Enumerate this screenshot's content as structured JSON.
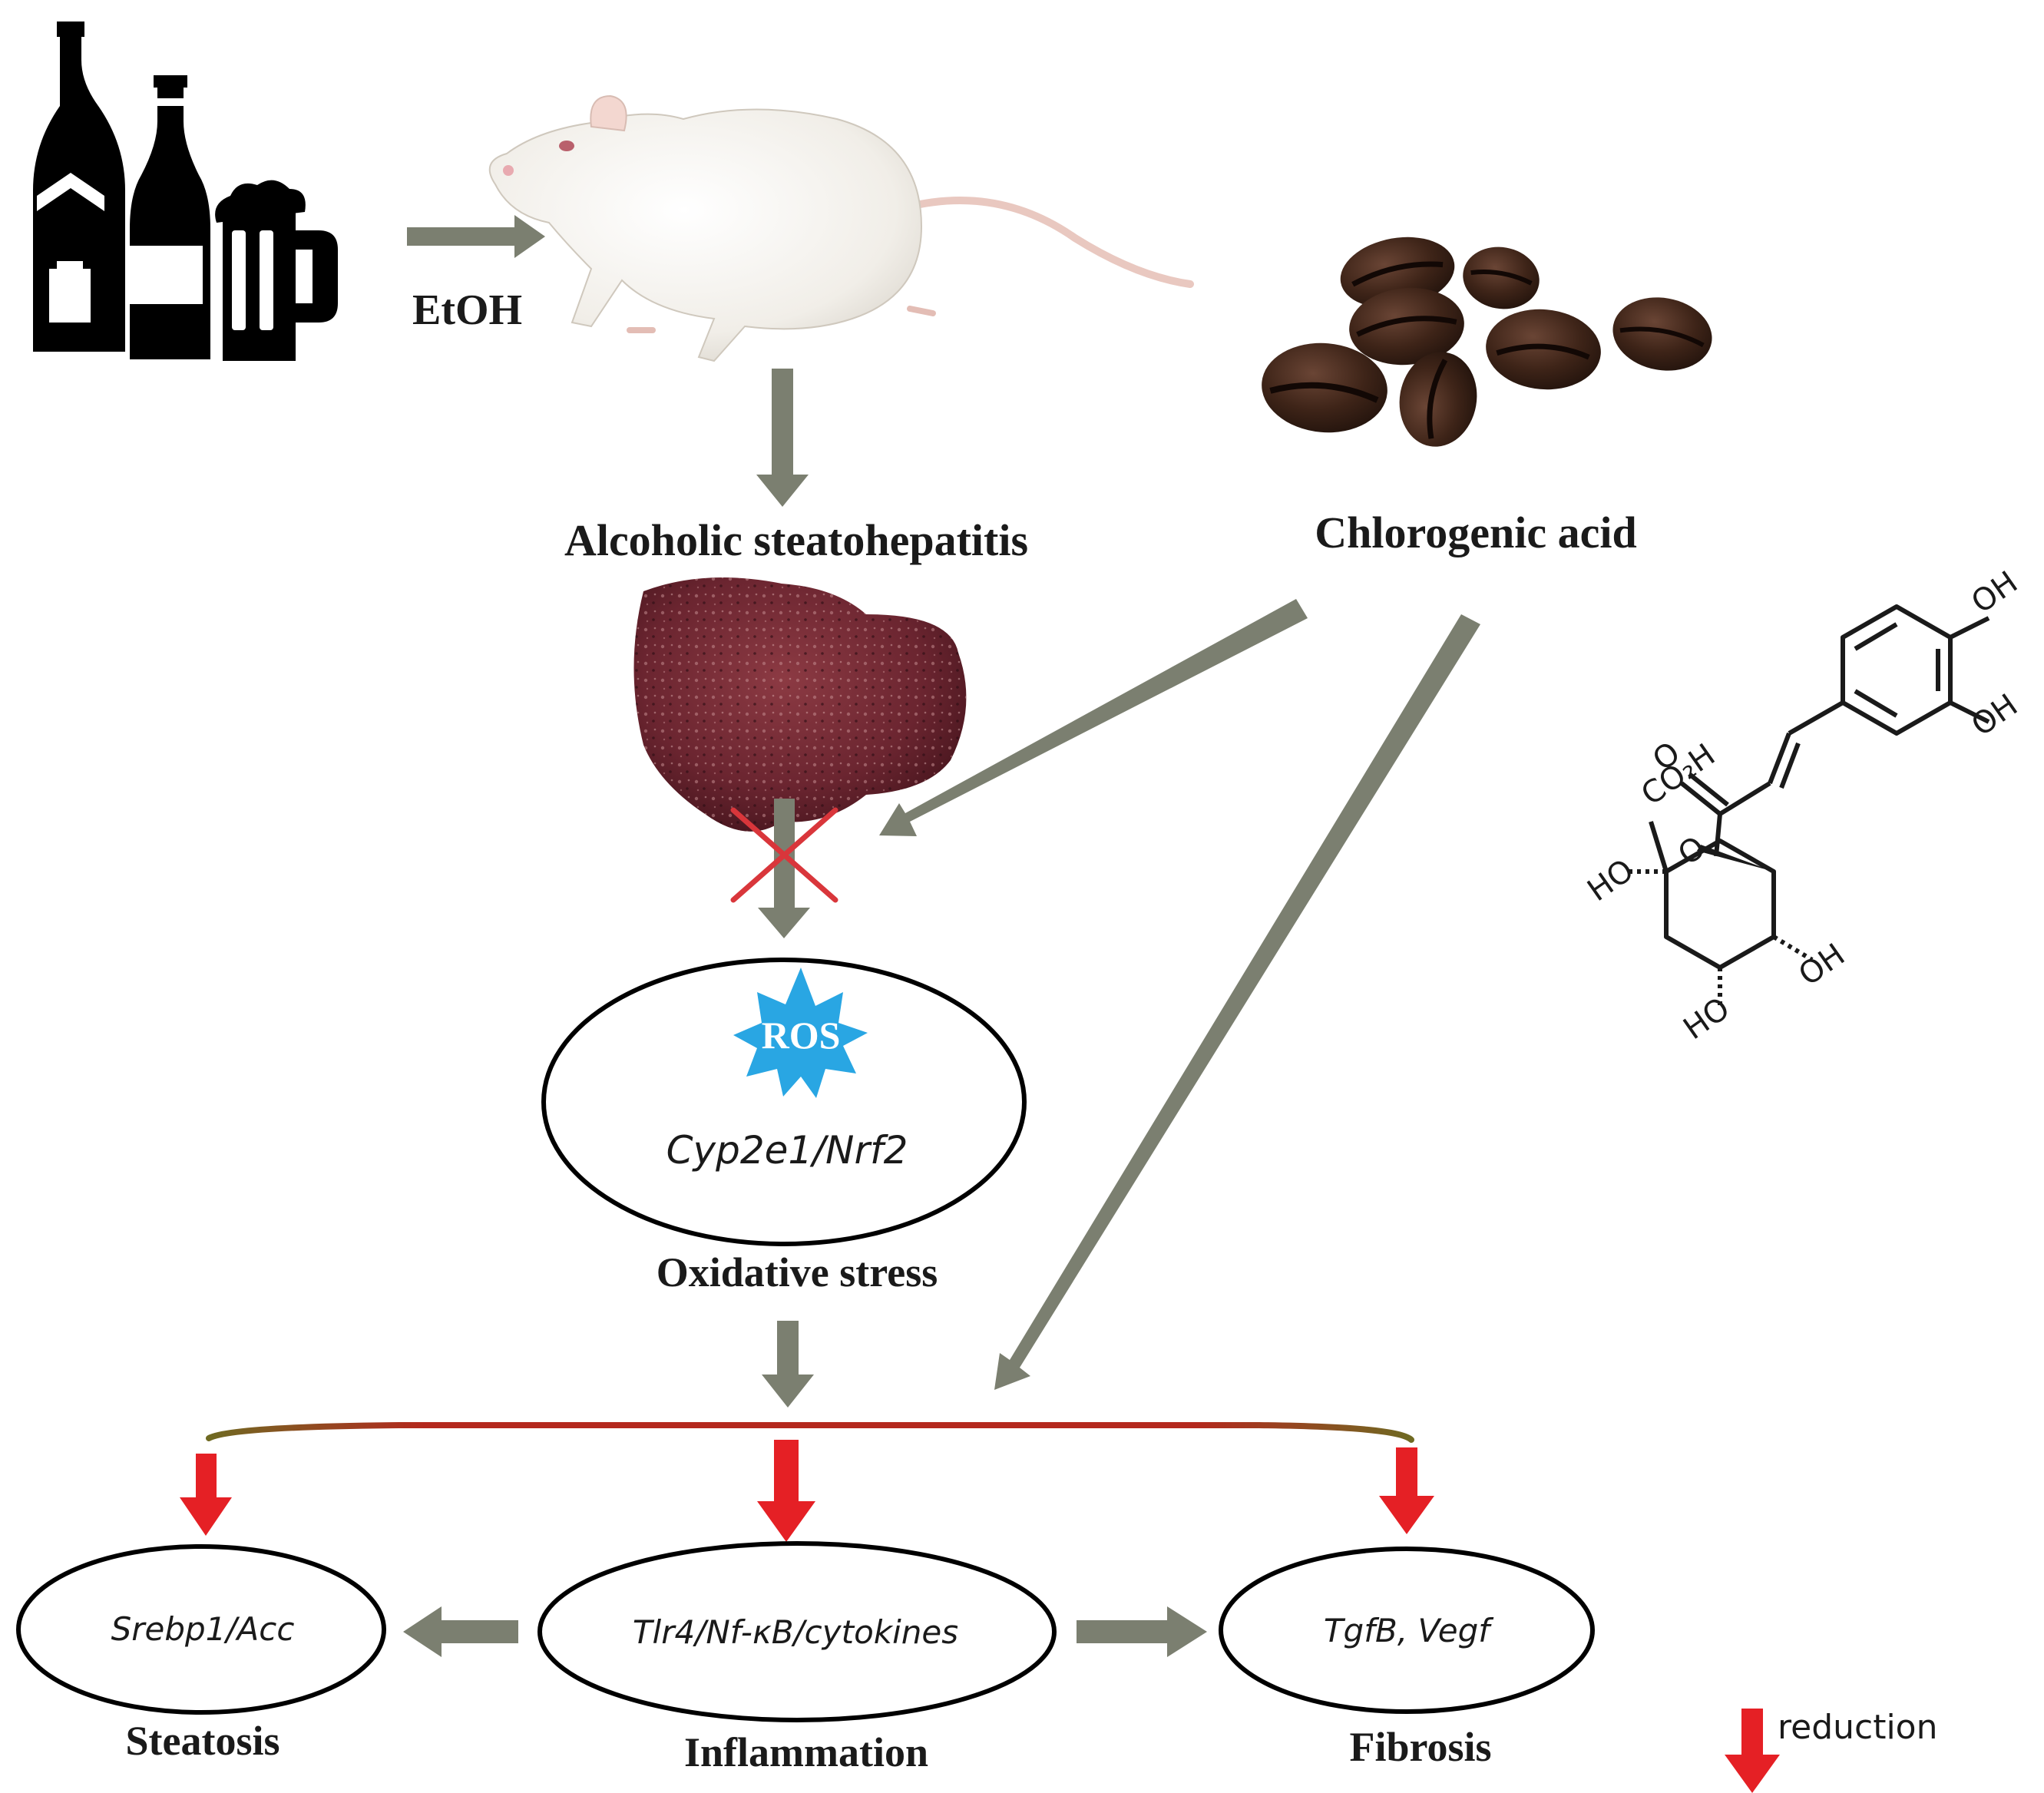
{
  "labels": {
    "etoh": "EtOH",
    "alcoholic_steatohepatitis": "Alcoholic steatohepatitis",
    "chlorogenic_acid": "Chlorogenic acid",
    "ros": "ROS",
    "cyp2e1_nrf2": "Cyp2e1/Nrf2",
    "oxidative_stress": "Oxidative stress",
    "srebp1_acc": "Srebp1/Acc",
    "tlr4_nfkb_cytokines": "Tlr4/Nf-κB/cytokines",
    "tgfb_vegf": "TgfB, Vegf",
    "steatosis": "Steatosis",
    "inflammation": "Inflammation",
    "fibrosis": "Fibrosis",
    "legend_reduction": "reduction"
  },
  "chem_labels": {
    "oh_top": "OH",
    "oh_mid": "OH",
    "co2h": "CO₂H",
    "o_carbonyl": "O",
    "o_ester": "O",
    "ho_left": "HO",
    "oh_ring": "OH",
    "ho_bottom": "HO"
  },
  "colors": {
    "gray_arrow": "#7b7f70",
    "red_arrow": "#e52025",
    "cross": "#d9363b",
    "ros_star": "#29a6e3",
    "bracket_mid": "#b4281e",
    "bracket_end": "#6f6a22"
  },
  "icons": [
    "alcohol-bottles-icon",
    "rat-image",
    "coffee-beans-image",
    "liver-image",
    "chlorogenic-acid-structure"
  ]
}
